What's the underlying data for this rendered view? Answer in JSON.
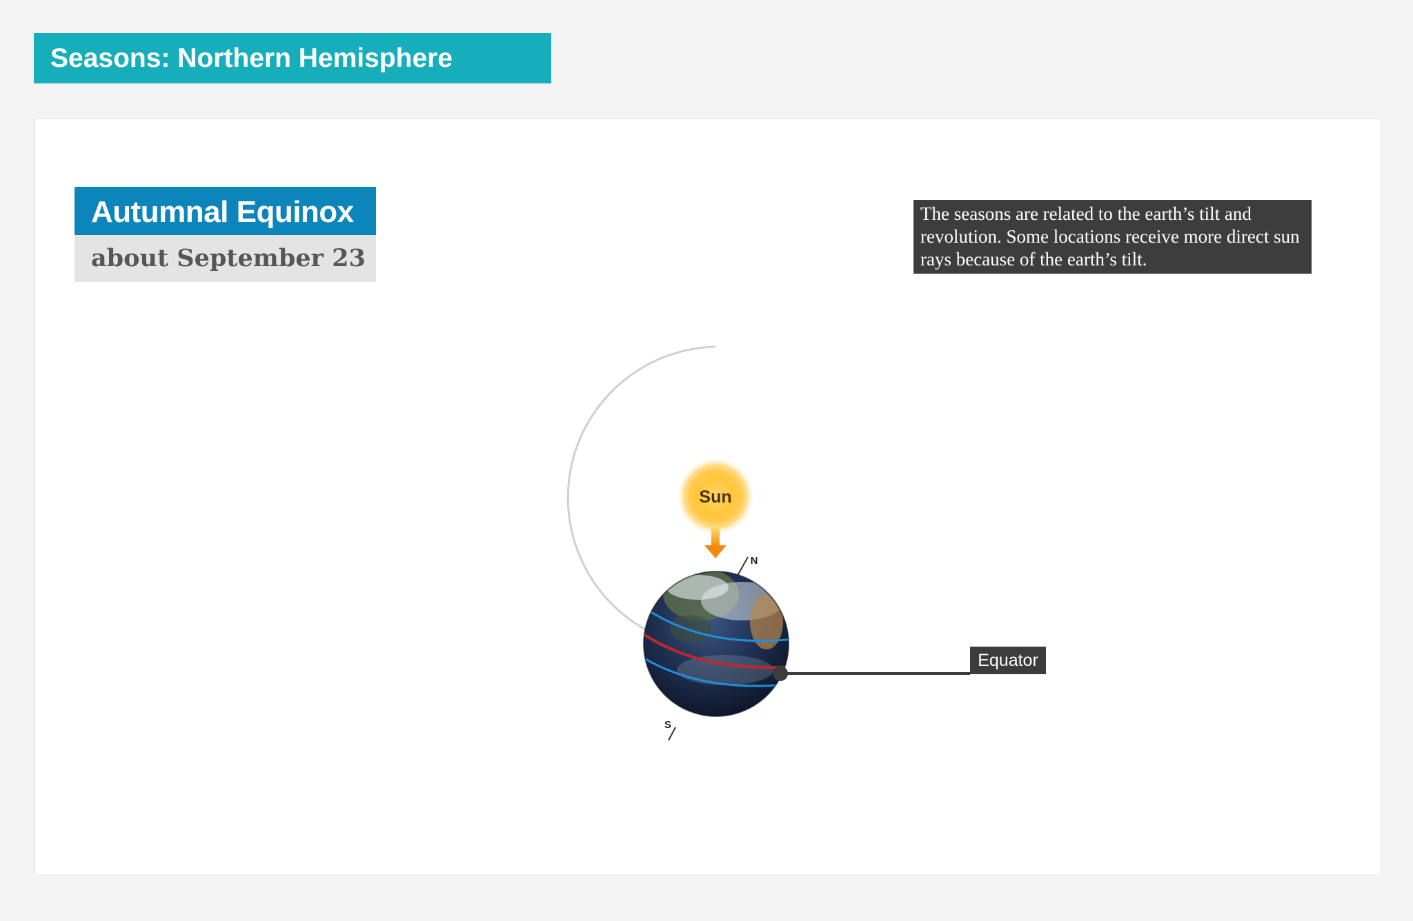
{
  "header": {
    "title": "Seasons: Northern Hemisphere"
  },
  "season": {
    "name": "Autumnal Equinox",
    "date": "about September 23"
  },
  "info": {
    "text": "The seasons are related to the earth’s tilt and revolution. Some locations receive more direct sun rays because of the earth’s tilt."
  },
  "diagram": {
    "sun_label": "Sun",
    "north_label": "N",
    "south_label": "S",
    "equator_label": "Equator"
  },
  "colors": {
    "header_bg": "#17aebc",
    "season_bg": "#0b85ba",
    "date_bg": "#e4e4e4",
    "info_bg": "#3d3d3d",
    "equator_line": "#c0272d",
    "latitude_lines": "#1f8fe0",
    "sun": "#ffc02a"
  }
}
